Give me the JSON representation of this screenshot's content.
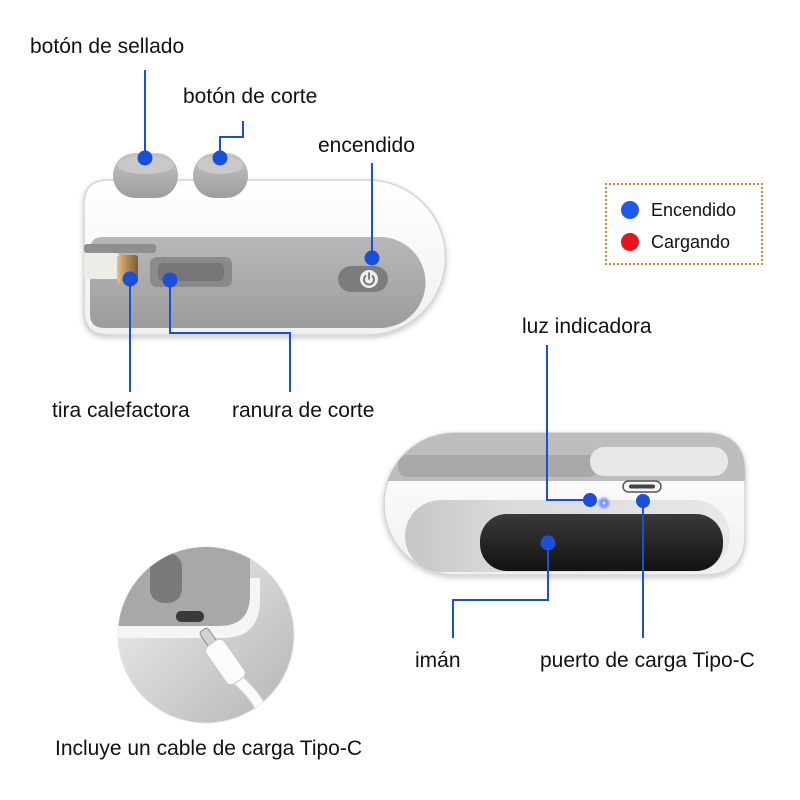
{
  "callouts": {
    "seal_button": "botón de sellado",
    "cut_button": "botón de corte",
    "power": "encendido",
    "heating_strip": "tira calefactora",
    "cutting_slot": "ranura de corte",
    "indicator_light": "luz indicadora",
    "magnet": "imán",
    "charging_port": "puerto de carga Tipo-C"
  },
  "inset_caption": "Incluye un cable de carga Tipo-C",
  "legend": {
    "items": [
      {
        "label": "Encendido",
        "color": "#1f5ae6"
      },
      {
        "label": "Cargando",
        "color": "#e6141c"
      }
    ],
    "border_color": "#c98a2e"
  },
  "icons": {
    "power": "power-icon"
  },
  "colors": {
    "callout": "#1a4fd6"
  }
}
